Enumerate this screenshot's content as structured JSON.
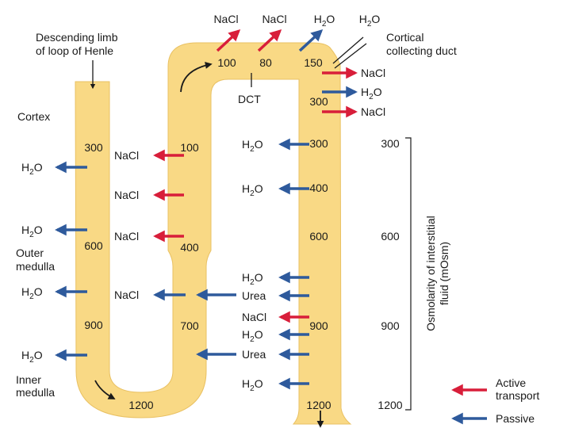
{
  "labels": {
    "descending_limb": [
      "Descending limb",
      "of loop of Henle"
    ],
    "cortical_duct": [
      "Cortical",
      "collecting duct"
    ],
    "cortex": "Cortex",
    "outer_medulla": [
      "Outer",
      "medulla"
    ],
    "inner_medulla": [
      "Inner",
      "medulla"
    ],
    "dct": "DCT",
    "axis_title": [
      "Osmolarity of interstitial",
      "fluid (mOsm)"
    ]
  },
  "legend": {
    "active": [
      "Active",
      "transport"
    ],
    "passive": "Passive"
  },
  "colors": {
    "tubule": "#f9d985",
    "tubule_edge": "#e9c163",
    "active": "#d81e3a",
    "passive": "#2e5a9c",
    "text": "#1a1a1a"
  },
  "descending_values": [
    "300",
    "600",
    "900"
  ],
  "bottom_value": "1200",
  "ascending_values": [
    "100",
    "400",
    "700"
  ],
  "top_values": [
    "100",
    "80",
    "150"
  ],
  "duct_values": [
    "300",
    "300",
    "400",
    "600",
    "900",
    "1200"
  ],
  "scale_values": [
    "300",
    "600",
    "900",
    "1200"
  ],
  "top_flux": [
    {
      "chem": "NaCl",
      "kind": "active"
    },
    {
      "chem": "NaCl",
      "kind": "active"
    },
    {
      "chem": "H",
      "sub": "2",
      "tail": "O",
      "kind": "passive"
    },
    {
      "chem": "H",
      "sub": "2",
      "tail": "O",
      "kind": "passive"
    }
  ],
  "descending_flux": [
    {
      "chem": "H",
      "sub": "2",
      "tail": "O",
      "kind": "passive"
    },
    {
      "chem": "H",
      "sub": "2",
      "tail": "O",
      "kind": "passive"
    },
    {
      "chem": "H",
      "sub": "2",
      "tail": "O",
      "kind": "passive"
    },
    {
      "chem": "H",
      "sub": "2",
      "tail": "O",
      "kind": "passive"
    }
  ],
  "ascending_flux": [
    {
      "chem": "NaCl",
      "kind": "active"
    },
    {
      "chem": "NaCl",
      "kind": "active"
    },
    {
      "chem": "NaCl",
      "kind": "active"
    },
    {
      "chem": "NaCl",
      "kind": "passive"
    }
  ],
  "cortical_flux": [
    {
      "chem": "NaCl",
      "kind": "active"
    },
    {
      "chem": "H",
      "sub": "2",
      "tail": "O",
      "kind": "passive"
    },
    {
      "chem": "NaCl",
      "kind": "active"
    }
  ],
  "duct_flux": [
    {
      "chem": "H",
      "sub": "2",
      "tail": "O",
      "kind": "passive"
    },
    {
      "chem": "H",
      "sub": "2",
      "tail": "O",
      "kind": "passive"
    },
    {
      "chem": "H",
      "sub": "2",
      "tail": "O",
      "kind": "passive"
    },
    {
      "chem": "Urea",
      "kind": "passive"
    },
    {
      "chem": "NaCl",
      "kind": "active"
    },
    {
      "chem": "H",
      "sub": "2",
      "tail": "O",
      "kind": "passive"
    },
    {
      "chem": "Urea",
      "kind": "passive"
    },
    {
      "chem": "H",
      "sub": "2",
      "tail": "O",
      "kind": "passive"
    }
  ]
}
